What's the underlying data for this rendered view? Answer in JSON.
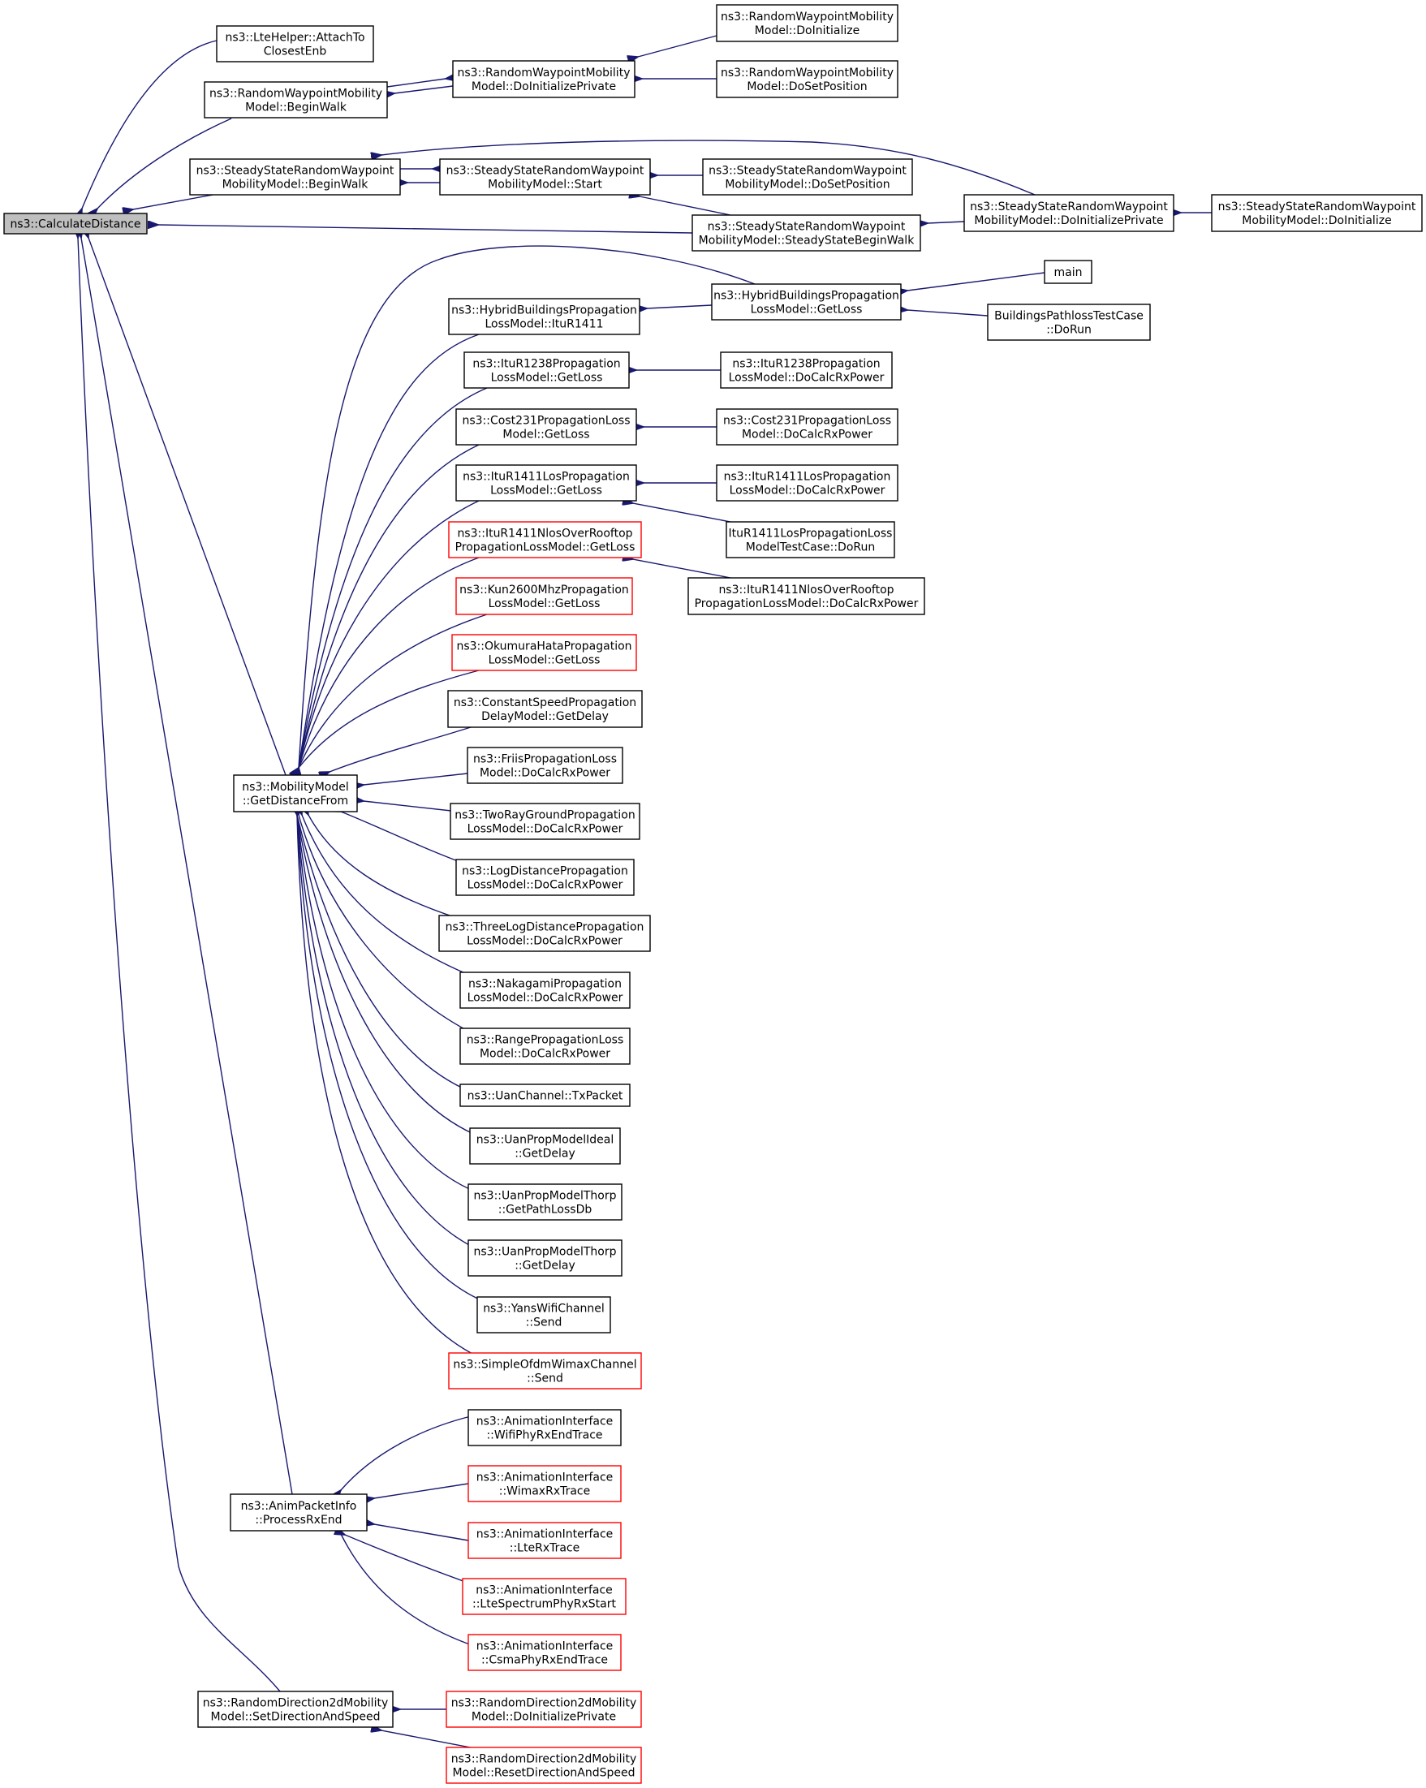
{
  "colors": {
    "edge": "#191970",
    "node_border": "#000000",
    "node_border_truncated": "#ff0000",
    "root_fill": "#bfbfbf",
    "background": "#ffffff"
  },
  "nodes": {
    "calc": {
      "lines": [
        "ns3::CalculateDistance"
      ],
      "style": "root"
    },
    "lte_attach": {
      "lines": [
        "ns3::LteHelper::AttachTo",
        "ClosestEnb"
      ],
      "style": "normal"
    },
    "rw_begin": {
      "lines": [
        "ns3::RandomWaypointMobility",
        "Model::BeginWalk"
      ],
      "style": "normal"
    },
    "rw_doinitpriv": {
      "lines": [
        "ns3::RandomWaypointMobility",
        "Model::DoInitializePrivate"
      ],
      "style": "normal"
    },
    "rw_doinit": {
      "lines": [
        "ns3::RandomWaypointMobility",
        "Model::DoInitialize"
      ],
      "style": "normal"
    },
    "rw_dosetpos": {
      "lines": [
        "ns3::RandomWaypointMobility",
        "Model::DoSetPosition"
      ],
      "style": "normal"
    },
    "ss_begin": {
      "lines": [
        "ns3::SteadyStateRandomWaypoint",
        "MobilityModel::BeginWalk"
      ],
      "style": "normal"
    },
    "ss_start": {
      "lines": [
        "ns3::SteadyStateRandomWaypoint",
        "MobilityModel::Start"
      ],
      "style": "normal"
    },
    "ss_dosetpos": {
      "lines": [
        "ns3::SteadyStateRandomWaypoint",
        "MobilityModel::DoSetPosition"
      ],
      "style": "normal"
    },
    "ss_ssbegin": {
      "lines": [
        "ns3::SteadyStateRandomWaypoint",
        "MobilityModel::SteadyStateBeginWalk"
      ],
      "style": "normal"
    },
    "ss_doinitpriv": {
      "lines": [
        "ns3::SteadyStateRandomWaypoint",
        "MobilityModel::DoInitializePrivate"
      ],
      "style": "normal"
    },
    "ss_doinit": {
      "lines": [
        "ns3::SteadyStateRandomWaypoint",
        "MobilityModel::DoInitialize"
      ],
      "style": "normal"
    },
    "hb_getloss": {
      "lines": [
        "ns3::HybridBuildingsPropagation",
        "LossModel::GetLoss"
      ],
      "style": "normal"
    },
    "hb_itu": {
      "lines": [
        "ns3::HybridBuildingsPropagation",
        "LossModel::ItuR1411"
      ],
      "style": "normal"
    },
    "main": {
      "lines": [
        "main"
      ],
      "style": "normal"
    },
    "bp_dorun": {
      "lines": [
        "BuildingsPathlossTestCase",
        "::DoRun"
      ],
      "style": "normal"
    },
    "itu1238_getloss": {
      "lines": [
        "ns3::ItuR1238Propagation",
        "LossModel::GetLoss"
      ],
      "style": "normal"
    },
    "itu1238_calc": {
      "lines": [
        "ns3::ItuR1238Propagation",
        "LossModel::DoCalcRxPower"
      ],
      "style": "normal"
    },
    "cost231_getloss": {
      "lines": [
        "ns3::Cost231PropagationLoss",
        "Model::GetLoss"
      ],
      "style": "normal"
    },
    "cost231_calc": {
      "lines": [
        "ns3::Cost231PropagationLoss",
        "Model::DoCalcRxPower"
      ],
      "style": "normal"
    },
    "itu1411los_getloss": {
      "lines": [
        "ns3::ItuR1411LosPropagation",
        "LossModel::GetLoss"
      ],
      "style": "normal"
    },
    "itu1411los_calc": {
      "lines": [
        "ns3::ItuR1411LosPropagation",
        "LossModel::DoCalcRxPower"
      ],
      "style": "normal"
    },
    "itu1411los_test": {
      "lines": [
        "ItuR1411LosPropagationLoss",
        "ModelTestCase::DoRun"
      ],
      "style": "normal"
    },
    "itu1411nlos_getloss": {
      "lines": [
        "ns3::ItuR1411NlosOverRooftop",
        "PropagationLossModel::GetLoss"
      ],
      "style": "red"
    },
    "itu1411nlos_calc": {
      "lines": [
        "ns3::ItuR1411NlosOverRooftop",
        "PropagationLossModel::DoCalcRxPower"
      ],
      "style": "normal"
    },
    "kun_getloss": {
      "lines": [
        "ns3::Kun2600MhzPropagation",
        "LossModel::GetLoss"
      ],
      "style": "red"
    },
    "okumura_getloss": {
      "lines": [
        "ns3::OkumuraHataPropagation",
        "LossModel::GetLoss"
      ],
      "style": "red"
    },
    "csp_getdelay": {
      "lines": [
        "ns3::ConstantSpeedPropagation",
        "DelayModel::GetDelay"
      ],
      "style": "normal"
    },
    "mm_getdist": {
      "lines": [
        "ns3::MobilityModel",
        "::GetDistanceFrom"
      ],
      "style": "normal"
    },
    "friis": {
      "lines": [
        "ns3::FriisPropagationLoss",
        "Model::DoCalcRxPower"
      ],
      "style": "normal"
    },
    "tworay": {
      "lines": [
        "ns3::TwoRayGroundPropagation",
        "LossModel::DoCalcRxPower"
      ],
      "style": "normal"
    },
    "logdist": {
      "lines": [
        "ns3::LogDistancePropagation",
        "LossModel::DoCalcRxPower"
      ],
      "style": "normal"
    },
    "threelog": {
      "lines": [
        "ns3::ThreeLogDistancePropagation",
        "LossModel::DoCalcRxPower"
      ],
      "style": "normal"
    },
    "nakagami": {
      "lines": [
        "ns3::NakagamiPropagation",
        "LossModel::DoCalcRxPower"
      ],
      "style": "normal"
    },
    "range": {
      "lines": [
        "ns3::RangePropagationLoss",
        "Model::DoCalcRxPower"
      ],
      "style": "normal"
    },
    "uan_tx": {
      "lines": [
        "ns3::UanChannel::TxPacket"
      ],
      "style": "normal"
    },
    "uan_ideal": {
      "lines": [
        "ns3::UanPropModelIdeal",
        "::GetDelay"
      ],
      "style": "normal"
    },
    "uan_thorp_pl": {
      "lines": [
        "ns3::UanPropModelThorp",
        "::GetPathLossDb"
      ],
      "style": "normal"
    },
    "uan_thorp_delay": {
      "lines": [
        "ns3::UanPropModelThorp",
        "::GetDelay"
      ],
      "style": "normal"
    },
    "yans_send": {
      "lines": [
        "ns3::YansWifiChannel",
        "::Send"
      ],
      "style": "normal"
    },
    "ofdm_send": {
      "lines": [
        "ns3::SimpleOfdmWimaxChannel",
        "::Send"
      ],
      "style": "red"
    },
    "api_process": {
      "lines": [
        "ns3::AnimPacketInfo",
        "::ProcessRxEnd"
      ],
      "style": "normal"
    },
    "ai_wifi": {
      "lines": [
        "ns3::AnimationInterface",
        "::WifiPhyRxEndTrace"
      ],
      "style": "normal"
    },
    "ai_wimax": {
      "lines": [
        "ns3::AnimationInterface",
        "::WimaxRxTrace"
      ],
      "style": "red"
    },
    "ai_lte": {
      "lines": [
        "ns3::AnimationInterface",
        "::LteRxTrace"
      ],
      "style": "red"
    },
    "ai_ltespec": {
      "lines": [
        "ns3::AnimationInterface",
        "::LteSpectrumPhyRxStart"
      ],
      "style": "red"
    },
    "ai_csma": {
      "lines": [
        "ns3::AnimationInterface",
        "::CsmaPhyRxEndTrace"
      ],
      "style": "red"
    },
    "rd_setdir": {
      "lines": [
        "ns3::RandomDirection2dMobility",
        "Model::SetDirectionAndSpeed"
      ],
      "style": "normal"
    },
    "rd_doinitpriv": {
      "lines": [
        "ns3::RandomDirection2dMobility",
        "Model::DoInitializePrivate"
      ],
      "style": "red"
    },
    "rd_reset": {
      "lines": [
        "ns3::RandomDirection2dMobility",
        "Model::ResetDirectionAndSpeed"
      ],
      "style": "red"
    }
  },
  "edges": [
    [
      "lte_attach",
      "calc"
    ],
    [
      "rw_begin",
      "calc"
    ],
    [
      "ss_begin",
      "calc"
    ],
    [
      "ss_ssbegin",
      "calc"
    ],
    [
      "mm_getdist",
      "calc"
    ],
    [
      "api_process",
      "calc"
    ],
    [
      "rd_setdir",
      "calc"
    ],
    [
      "rw_doinitpriv",
      "rw_begin"
    ],
    [
      "rw_begin",
      "rw_doinitpriv"
    ],
    [
      "rw_doinit",
      "rw_doinitpriv"
    ],
    [
      "rw_dosetpos",
      "rw_doinitpriv"
    ],
    [
      "ss_start",
      "ss_begin"
    ],
    [
      "ss_begin",
      "ss_start"
    ],
    [
      "ss_doinitpriv",
      "ss_begin"
    ],
    [
      "ss_dosetpos",
      "ss_start"
    ],
    [
      "ss_ssbegin",
      "ss_start"
    ],
    [
      "ss_doinitpriv",
      "ss_ssbegin"
    ],
    [
      "ss_doinit",
      "ss_doinitpriv"
    ],
    [
      "hb_getloss",
      "hb_itu"
    ],
    [
      "main",
      "hb_getloss"
    ],
    [
      "bp_dorun",
      "hb_getloss"
    ],
    [
      "itu1238_calc",
      "itu1238_getloss"
    ],
    [
      "cost231_calc",
      "cost231_getloss"
    ],
    [
      "itu1411los_calc",
      "itu1411los_getloss"
    ],
    [
      "itu1411los_test",
      "itu1411los_getloss"
    ],
    [
      "itu1411nlos_calc",
      "itu1411nlos_getloss"
    ],
    [
      "hb_getloss",
      "mm_getdist"
    ],
    [
      "hb_itu",
      "mm_getdist"
    ],
    [
      "itu1238_getloss",
      "mm_getdist"
    ],
    [
      "cost231_getloss",
      "mm_getdist"
    ],
    [
      "itu1411los_getloss",
      "mm_getdist"
    ],
    [
      "itu1411nlos_getloss",
      "mm_getdist"
    ],
    [
      "kun_getloss",
      "mm_getdist"
    ],
    [
      "okumura_getloss",
      "mm_getdist"
    ],
    [
      "csp_getdelay",
      "mm_getdist"
    ],
    [
      "friis",
      "mm_getdist"
    ],
    [
      "tworay",
      "mm_getdist"
    ],
    [
      "logdist",
      "mm_getdist"
    ],
    [
      "threelog",
      "mm_getdist"
    ],
    [
      "nakagami",
      "mm_getdist"
    ],
    [
      "range",
      "mm_getdist"
    ],
    [
      "uan_tx",
      "mm_getdist"
    ],
    [
      "uan_ideal",
      "mm_getdist"
    ],
    [
      "uan_thorp_pl",
      "mm_getdist"
    ],
    [
      "uan_thorp_delay",
      "mm_getdist"
    ],
    [
      "yans_send",
      "mm_getdist"
    ],
    [
      "ofdm_send",
      "mm_getdist"
    ],
    [
      "ai_wifi",
      "api_process"
    ],
    [
      "ai_wimax",
      "api_process"
    ],
    [
      "ai_lte",
      "api_process"
    ],
    [
      "ai_ltespec",
      "api_process"
    ],
    [
      "ai_csma",
      "api_process"
    ],
    [
      "rd_doinitpriv",
      "rd_setdir"
    ],
    [
      "rd_reset",
      "rd_setdir"
    ]
  ]
}
